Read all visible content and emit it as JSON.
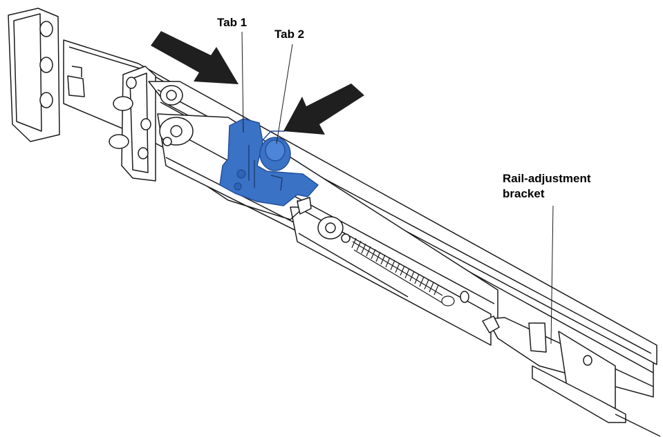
{
  "labels": {
    "tab1": "Tab 1",
    "tab2": "Tab 2",
    "rail_line1": "Rail-adjustment",
    "rail_line2": "bracket"
  },
  "colors": {
    "tab_blue": "#3a72c6",
    "tab_blue_dark": "#23509a",
    "line": "#1a1a1a",
    "arrow": "#1f1f1f",
    "metal": "#ffffff"
  },
  "icons": {
    "arrow_tab1": "push-arrow-icon",
    "arrow_tab2": "push-arrow-icon"
  }
}
